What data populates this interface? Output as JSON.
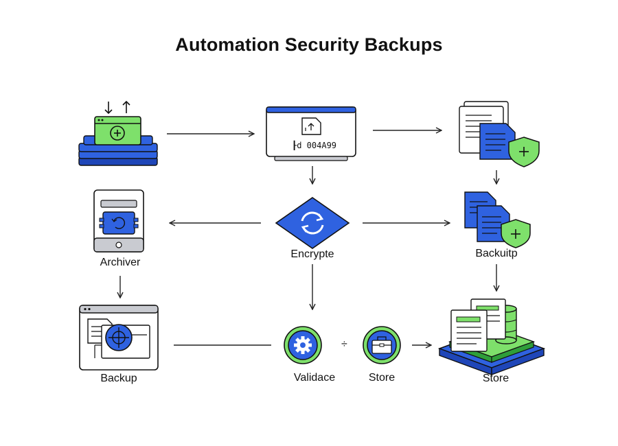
{
  "title": "Automation Security Backups",
  "nodes": {
    "source": {
      "label": "",
      "icon": "upload-download-server-icon"
    },
    "monitor": {
      "label": "",
      "screen_text": "┠d 004A99",
      "icon": "file-upload-monitor-icon"
    },
    "docs_shield": {
      "label": "",
      "icon": "documents-shield-icon"
    },
    "archiver": {
      "label": "Archiver",
      "icon": "phone-refresh-icon"
    },
    "encrypt": {
      "label": "Encrypte",
      "icon": "sync-diamond-icon"
    },
    "backup_shield": {
      "label": "Backuitp",
      "icon": "documents-shield-icon"
    },
    "backup_window": {
      "label": "Backup",
      "icon": "window-target-icon"
    },
    "validate": {
      "label": "Validace",
      "icon": "gear-icon"
    },
    "store_small": {
      "label": "Store",
      "icon": "briefcase-icon"
    },
    "store_big": {
      "label": "Store",
      "icon": "database-stack-icon"
    }
  },
  "operator": "÷",
  "colors": {
    "blue": "#2f62e0",
    "blue_dark": "#1f46b8",
    "green": "#7ee06b",
    "green_dark": "#2f9e3a",
    "gray": "#c9cbd1",
    "line": "#222222"
  }
}
